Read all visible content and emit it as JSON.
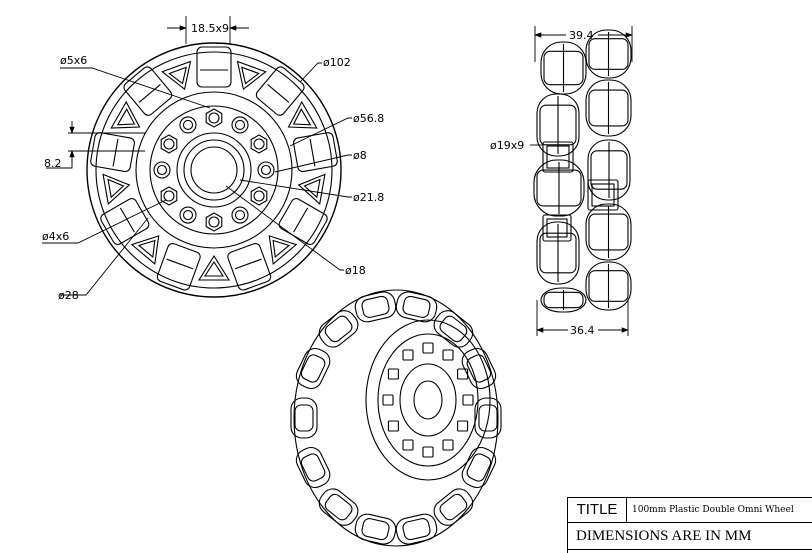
{
  "dimensions": {
    "hub_slot": "18.5x9",
    "bolt_circle_small": "ø5x6",
    "outer_diameter": "ø102",
    "pitch_circle": "ø56.8",
    "flat_height": "8.2",
    "bore": "ø8",
    "hub_outer": "ø21.8",
    "mount_holes": "ø4x6",
    "counterbore": "ø18",
    "inner_circle": "ø28",
    "side_width_top": "39.4",
    "roller_size": "ø19x9",
    "side_width_bottom": "36.4"
  },
  "title_block": {
    "title_label": "TITLE",
    "title_value": "100mm Plastic Double Omni Wheel",
    "units_note": "DIMENSIONS ARE IN MM"
  }
}
